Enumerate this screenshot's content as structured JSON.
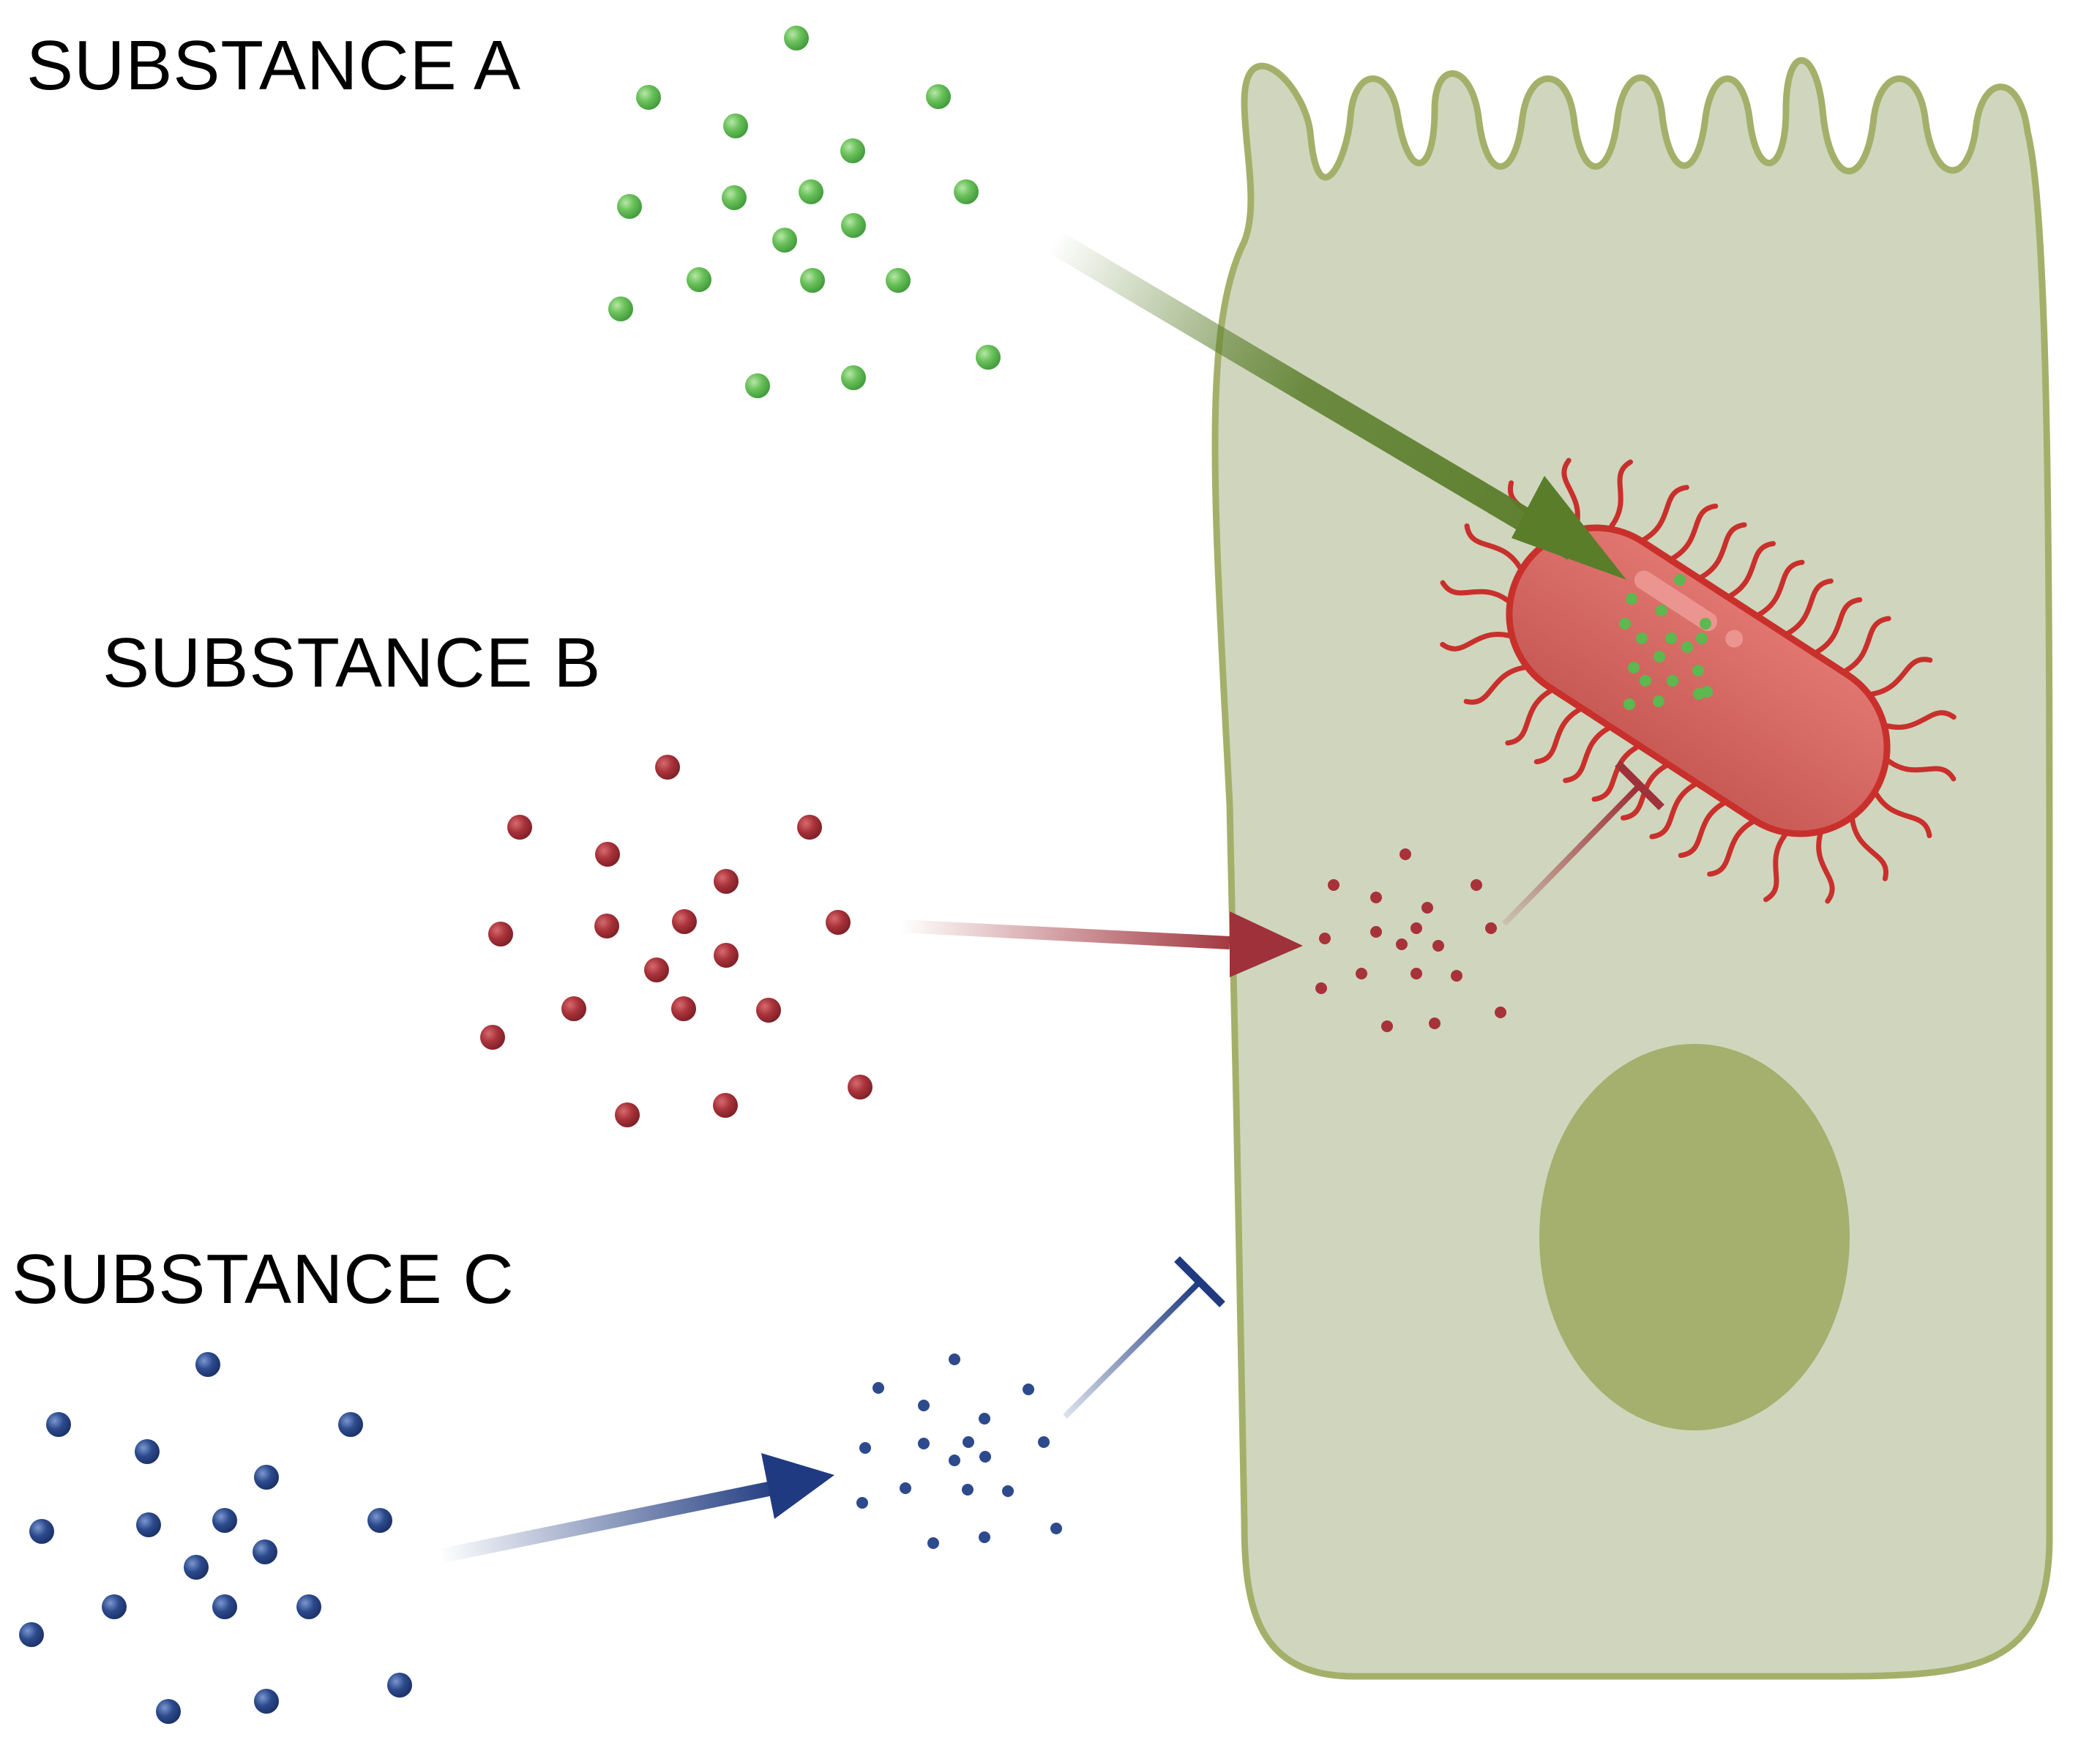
{
  "labels": {
    "substance_a": "SUBSTANCE A",
    "substance_b": "SUBSTANCE B",
    "substance_c": "SUBSTANCE C"
  },
  "colors": {
    "cell_fill": "#cfd6bd",
    "cell_stroke": "#a4b06a",
    "nucleus": "#a5af6e",
    "substance_a": "#5cb84f",
    "substance_a_arrow": "#5a7d2a",
    "substance_b": "#a8323a",
    "substance_b_arrow": "#9e3139",
    "substance_c": "#2c4a8c",
    "substance_c_arrow": "#1f3a80",
    "bacterium_fill": "#d4625e",
    "bacterium_stroke": "#c9302c"
  },
  "elements": {
    "cell": "epithelial-cell",
    "nucleus": "nucleus",
    "bacterium": "rod-shaped-bacterium",
    "relations": [
      {
        "from": "substance_a",
        "to": "bacterium",
        "type": "activation-arrow"
      },
      {
        "from": "substance_b",
        "to": "cell-interior",
        "type": "activation-arrow"
      },
      {
        "from": "substance_b-processed",
        "to": "bacterium",
        "type": "inhibition-bar"
      },
      {
        "from": "substance_c",
        "to": "cell-exterior",
        "type": "activation-arrow"
      },
      {
        "from": "substance_c-processed",
        "to": "cell-membrane",
        "type": "inhibition-bar"
      }
    ]
  }
}
